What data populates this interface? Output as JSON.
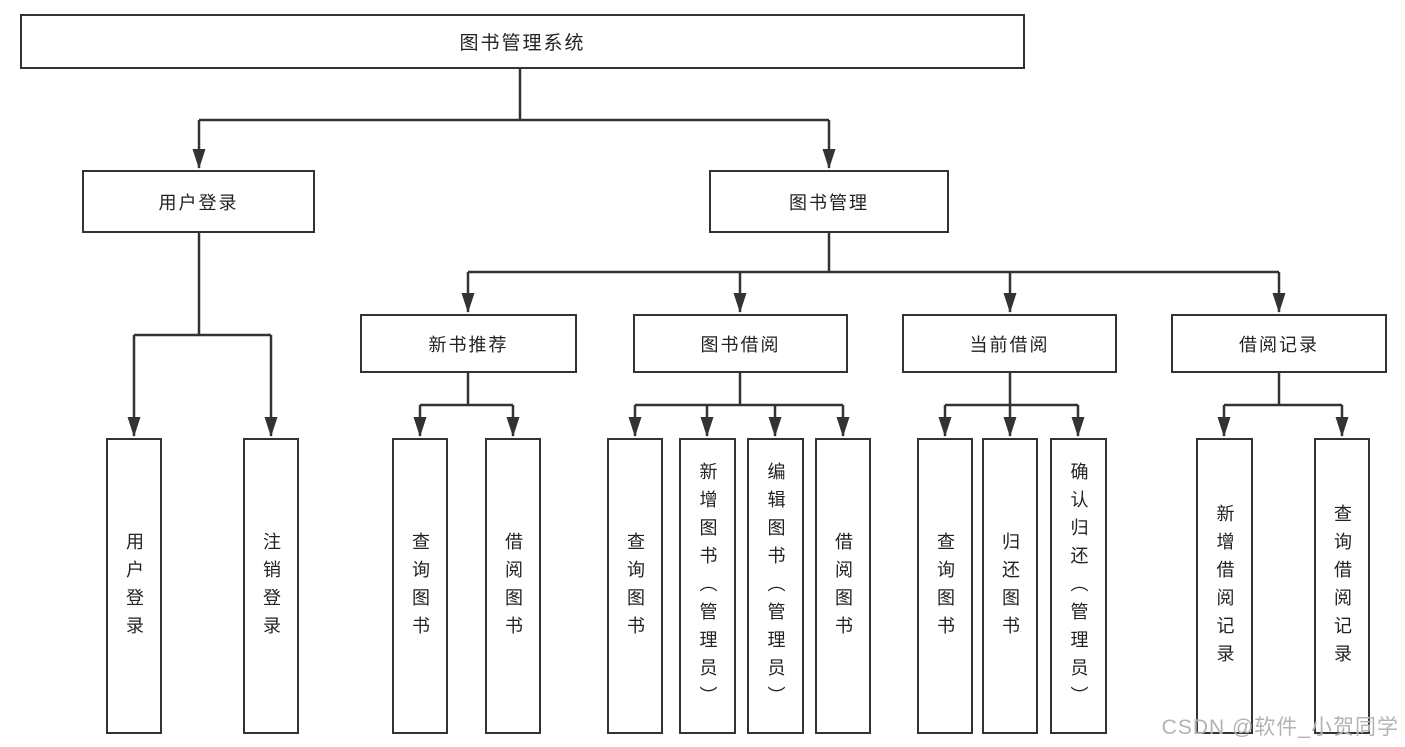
{
  "tree": {
    "label": "图书管理系统",
    "children": [
      {
        "label": "用户登录",
        "children": [
          {
            "label": "用户登录"
          },
          {
            "label": "注销登录"
          }
        ]
      },
      {
        "label": "图书管理",
        "children": [
          {
            "label": "新书推荐",
            "children": [
              {
                "label": "查询图书"
              },
              {
                "label": "借阅图书"
              }
            ]
          },
          {
            "label": "图书借阅",
            "children": [
              {
                "label": "查询图书"
              },
              {
                "label": "新增图书（管理员）"
              },
              {
                "label": "编辑图书（管理员）"
              },
              {
                "label": "借阅图书"
              }
            ]
          },
          {
            "label": "当前借阅",
            "children": [
              {
                "label": "查询图书"
              },
              {
                "label": "归还图书"
              },
              {
                "label": "确认归还（管理员）"
              }
            ]
          },
          {
            "label": "借阅记录",
            "children": [
              {
                "label": "新增借阅记录"
              },
              {
                "label": "查询借阅记录"
              }
            ]
          }
        ]
      }
    ]
  },
  "watermark": {
    "text": "CSDN @软件_小贺同学"
  },
  "colors": {
    "line": "#333333",
    "text": "#222222",
    "watermark": "#b3b3b3",
    "background": "#ffffff"
  }
}
